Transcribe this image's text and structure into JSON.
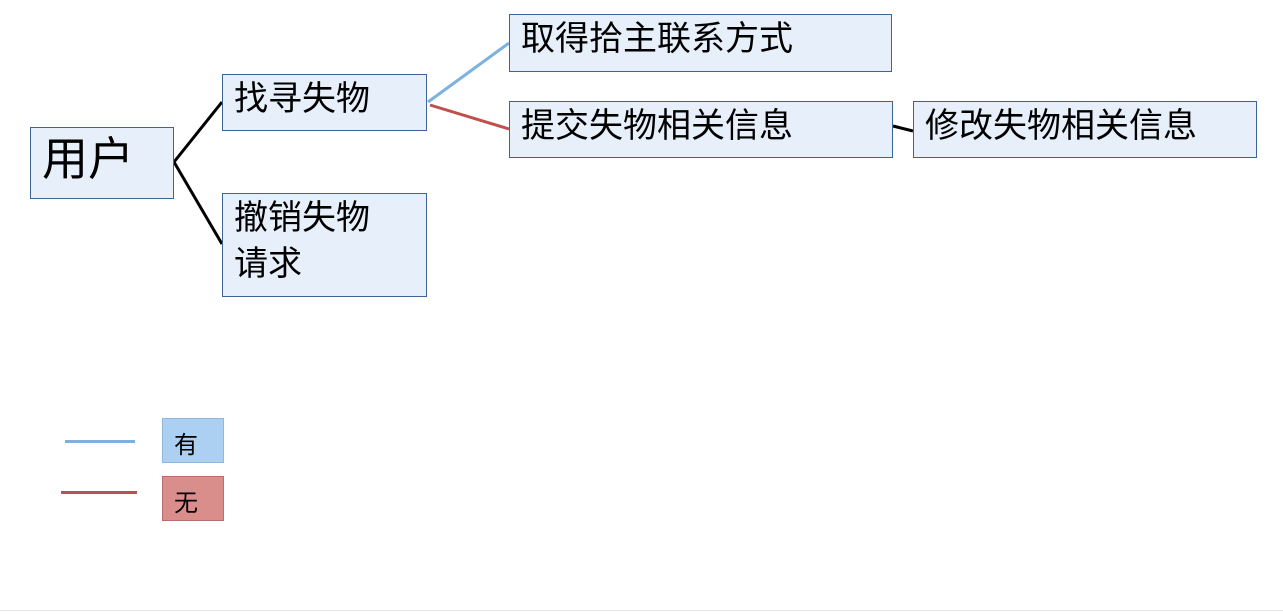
{
  "nodes": {
    "user": "用户",
    "find_lost_item": "找寻失物",
    "cancel_lost_item_request": [
      "撤销失物",
      "请求"
    ],
    "get_finder_contact": "取得拾主联系方式",
    "submit_lost_item_info": "提交失物相关信息",
    "modify_lost_item_info": "修改失物相关信息"
  },
  "edges": [
    {
      "from": "user",
      "to": "find_lost_item",
      "color": "#000000"
    },
    {
      "from": "user",
      "to": "cancel_lost_item_request",
      "color": "#000000"
    },
    {
      "from": "find_lost_item",
      "to": "get_finder_contact",
      "legend": "有",
      "color": "#7cb1e0"
    },
    {
      "from": "find_lost_item",
      "to": "submit_lost_item_info",
      "legend": "无",
      "color": "#c0504d"
    },
    {
      "from": "submit_lost_item_info",
      "to": "modify_lost_item_info",
      "color": "#000000"
    }
  ],
  "legend": [
    {
      "label": "有",
      "line_color": "#7cb1e0",
      "box_color": "#abd0f2"
    },
    {
      "label": "无",
      "line_color": "#c0504d",
      "box_color": "#d98e8c"
    }
  ],
  "colors": {
    "node_fill": "#e6effa",
    "node_border": "#3d6594"
  }
}
